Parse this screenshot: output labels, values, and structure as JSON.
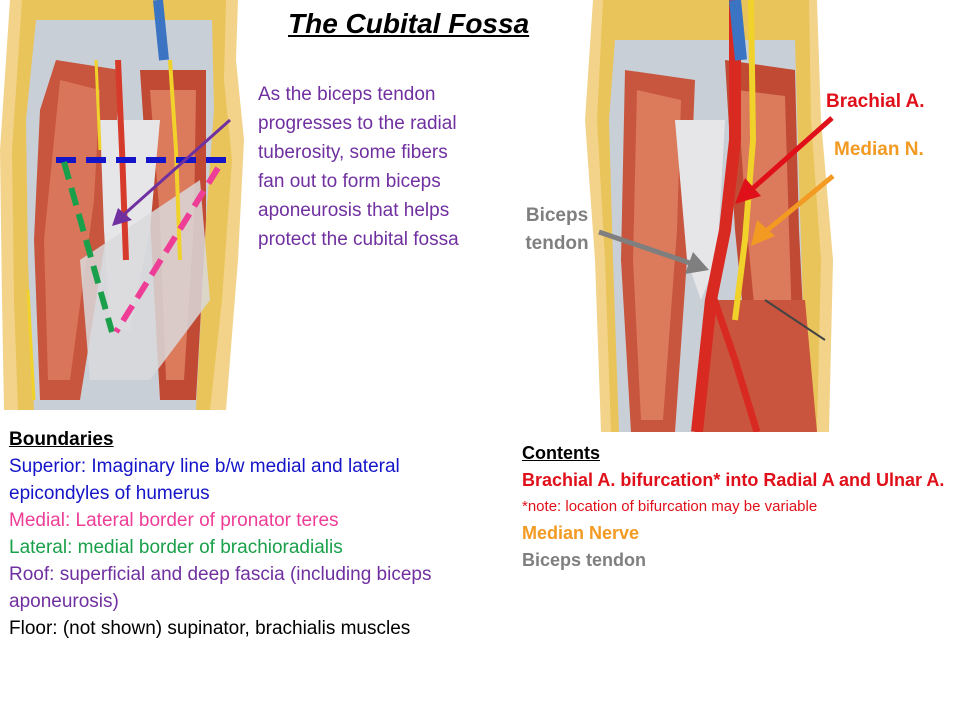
{
  "title": "The Cubital Fossa",
  "note": "As the biceps tendon progresses to the radial tuberosity, some fibers fan out to form biceps aponeurosis that helps protect the cubital fossa",
  "labels": {
    "brachial": "Brachial A.",
    "median": "Median N.",
    "biceps_line1": "Biceps",
    "biceps_line2": "tendon"
  },
  "boundaries": {
    "heading": "Boundaries",
    "superior": "Superior: Imaginary line b/w medial and lateral epicondyles of humerus",
    "medial": "Medial: Lateral border of pronator teres",
    "lateral": "Lateral: medial border of brachioradialis",
    "roof": "Roof: superficial and deep fascia (including biceps aponeurosis)",
    "floor": "Floor: (not shown) supinator, brachialis muscles"
  },
  "contents": {
    "heading": "Contents",
    "brachial": "Brachial A. bifurcation* into Radial A and Ulnar A.",
    "note": "*note: location of bifurcation may be variable",
    "median": "Median Nerve",
    "biceps": "Biceps tendon"
  },
  "colors": {
    "superior": "#1414c8",
    "medial": "#ee3d96",
    "lateral": "#1aa04a",
    "roof": "#7030a0",
    "brachial": "#e0101a",
    "median": "#f39a22",
    "biceps": "#7f7f7f"
  }
}
